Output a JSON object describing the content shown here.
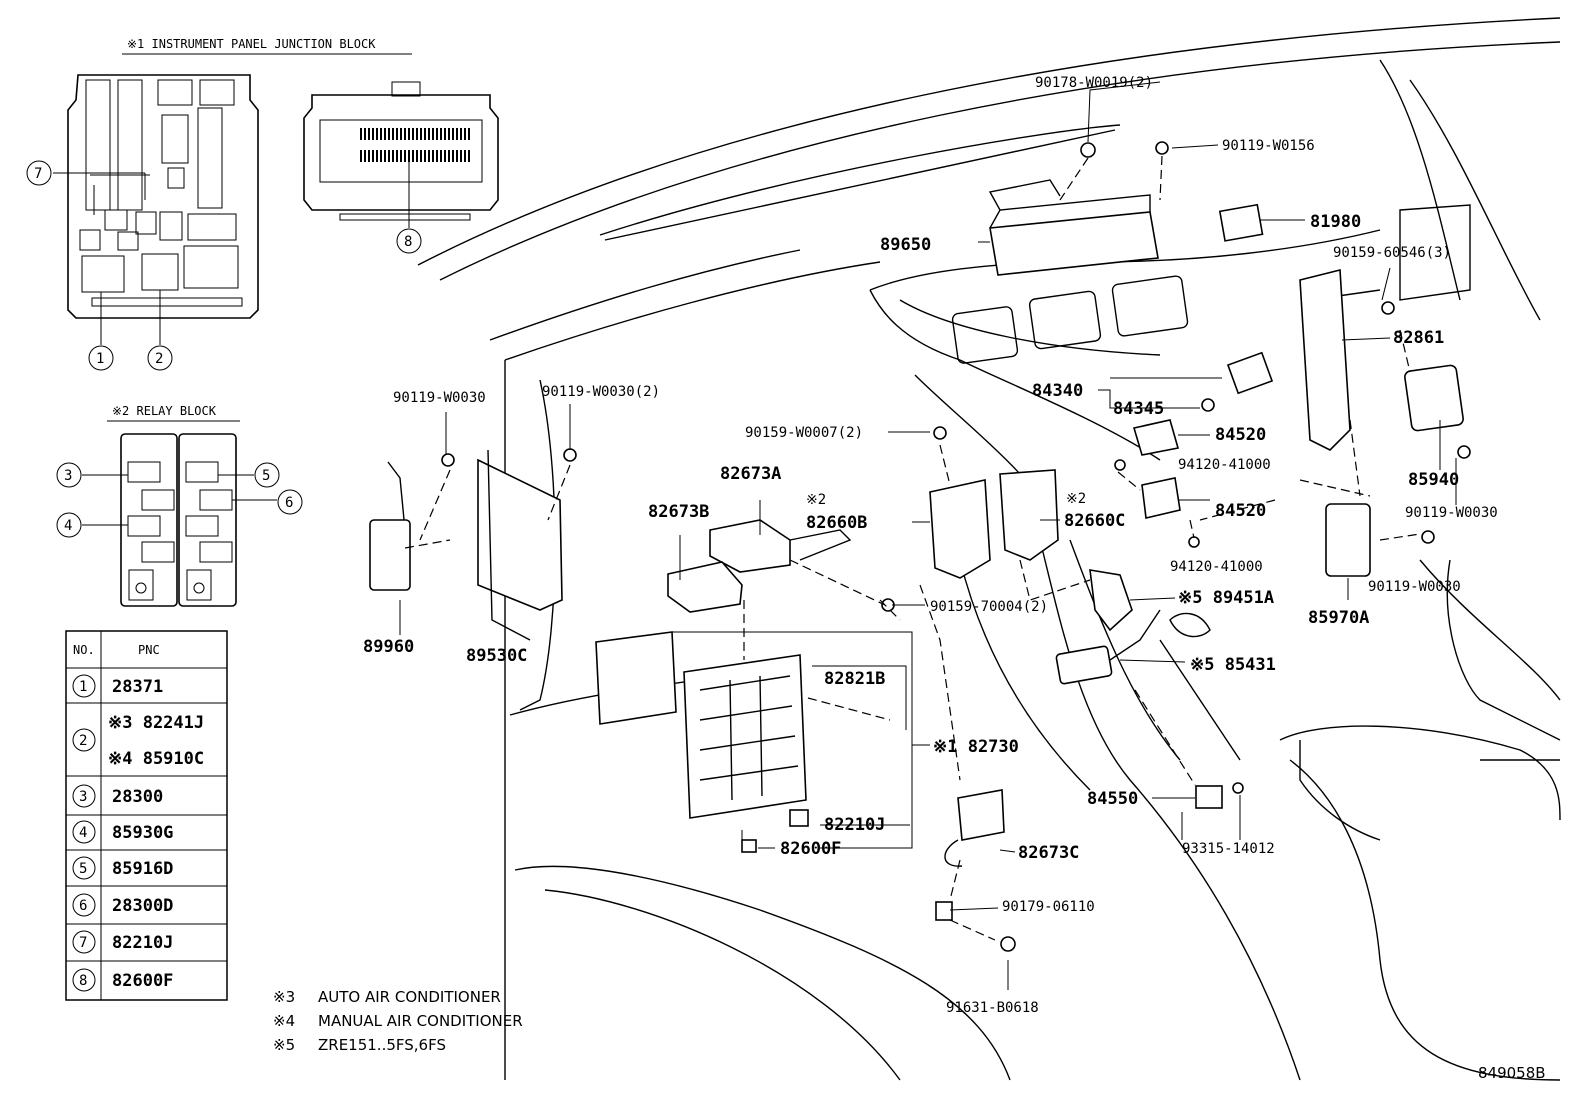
{
  "figure_code": "849058B",
  "inset_junction_block": {
    "title": "※1 INSTRUMENT PANEL JUNCTION BLOCK",
    "callouts": [
      "7",
      "8",
      "1",
      "2"
    ]
  },
  "inset_relay_block": {
    "title": "※2 RELAY BLOCK",
    "callouts": [
      "3",
      "4",
      "5",
      "6"
    ]
  },
  "pnc_table": {
    "headers": [
      "NO.",
      "PNC"
    ],
    "rows": [
      {
        "no": "1",
        "pnc": "28371"
      },
      {
        "no": "2",
        "pnc": "※3 82241J",
        "pnc2": "※4 85910C"
      },
      {
        "no": "3",
        "pnc": "28300"
      },
      {
        "no": "4",
        "pnc": "85930G"
      },
      {
        "no": "5",
        "pnc": "85916D"
      },
      {
        "no": "6",
        "pnc": "28300D"
      },
      {
        "no": "7",
        "pnc": "82210J"
      },
      {
        "no": "8",
        "pnc": "82600F"
      }
    ]
  },
  "notes": [
    {
      "mark": "※3",
      "text": "AUTO AIR CONDITIONER"
    },
    {
      "mark": "※4",
      "text": "MANUAL AIR CONDITIONER"
    },
    {
      "mark": "※5",
      "text": "ZRE151..5FS,6FS"
    }
  ],
  "part_labels": {
    "p90178": "90178-W0019(2)",
    "p90119_w0156": "90119-W0156",
    "p81980": "81980",
    "p89650": "89650",
    "p90159_60546": "90159-60546(3)",
    "p82861": "82861",
    "p84340": "84340",
    "p84345": "84345",
    "p84520a": "84520",
    "p94120a": "94120-41000",
    "p85940": "85940",
    "p90119_w0030_r": "90119-W0030",
    "p84520b": "84520",
    "p94120b": "94120-41000",
    "p90119_w0030_r2": "90119-W0030",
    "p85970a": "85970A",
    "p90119_w0030_l": "90119-W0030",
    "p90119_w0030_2": "90119-W0030(2)",
    "p90159_w0007": "90159-W0007(2)",
    "p82673a": "82673A",
    "mark2a": "※2",
    "p82673b": "82673B",
    "p82660b": "82660B",
    "mark2b": "※2",
    "p82660c": "82660C",
    "p89451a": "※5 89451A",
    "p90159_70004": "90159-70004(2)",
    "p85431": "※5 85431",
    "p89960": "89960",
    "p89530c": "89530C",
    "p82821b": "82821B",
    "p82730": "※1 82730",
    "p84550": "84550",
    "p93315": "93315-14012",
    "p82210j": "82210J",
    "p82600f": "82600F",
    "p82673c": "82673C",
    "p90179": "90179-06110",
    "p91631": "91631-B0618"
  }
}
